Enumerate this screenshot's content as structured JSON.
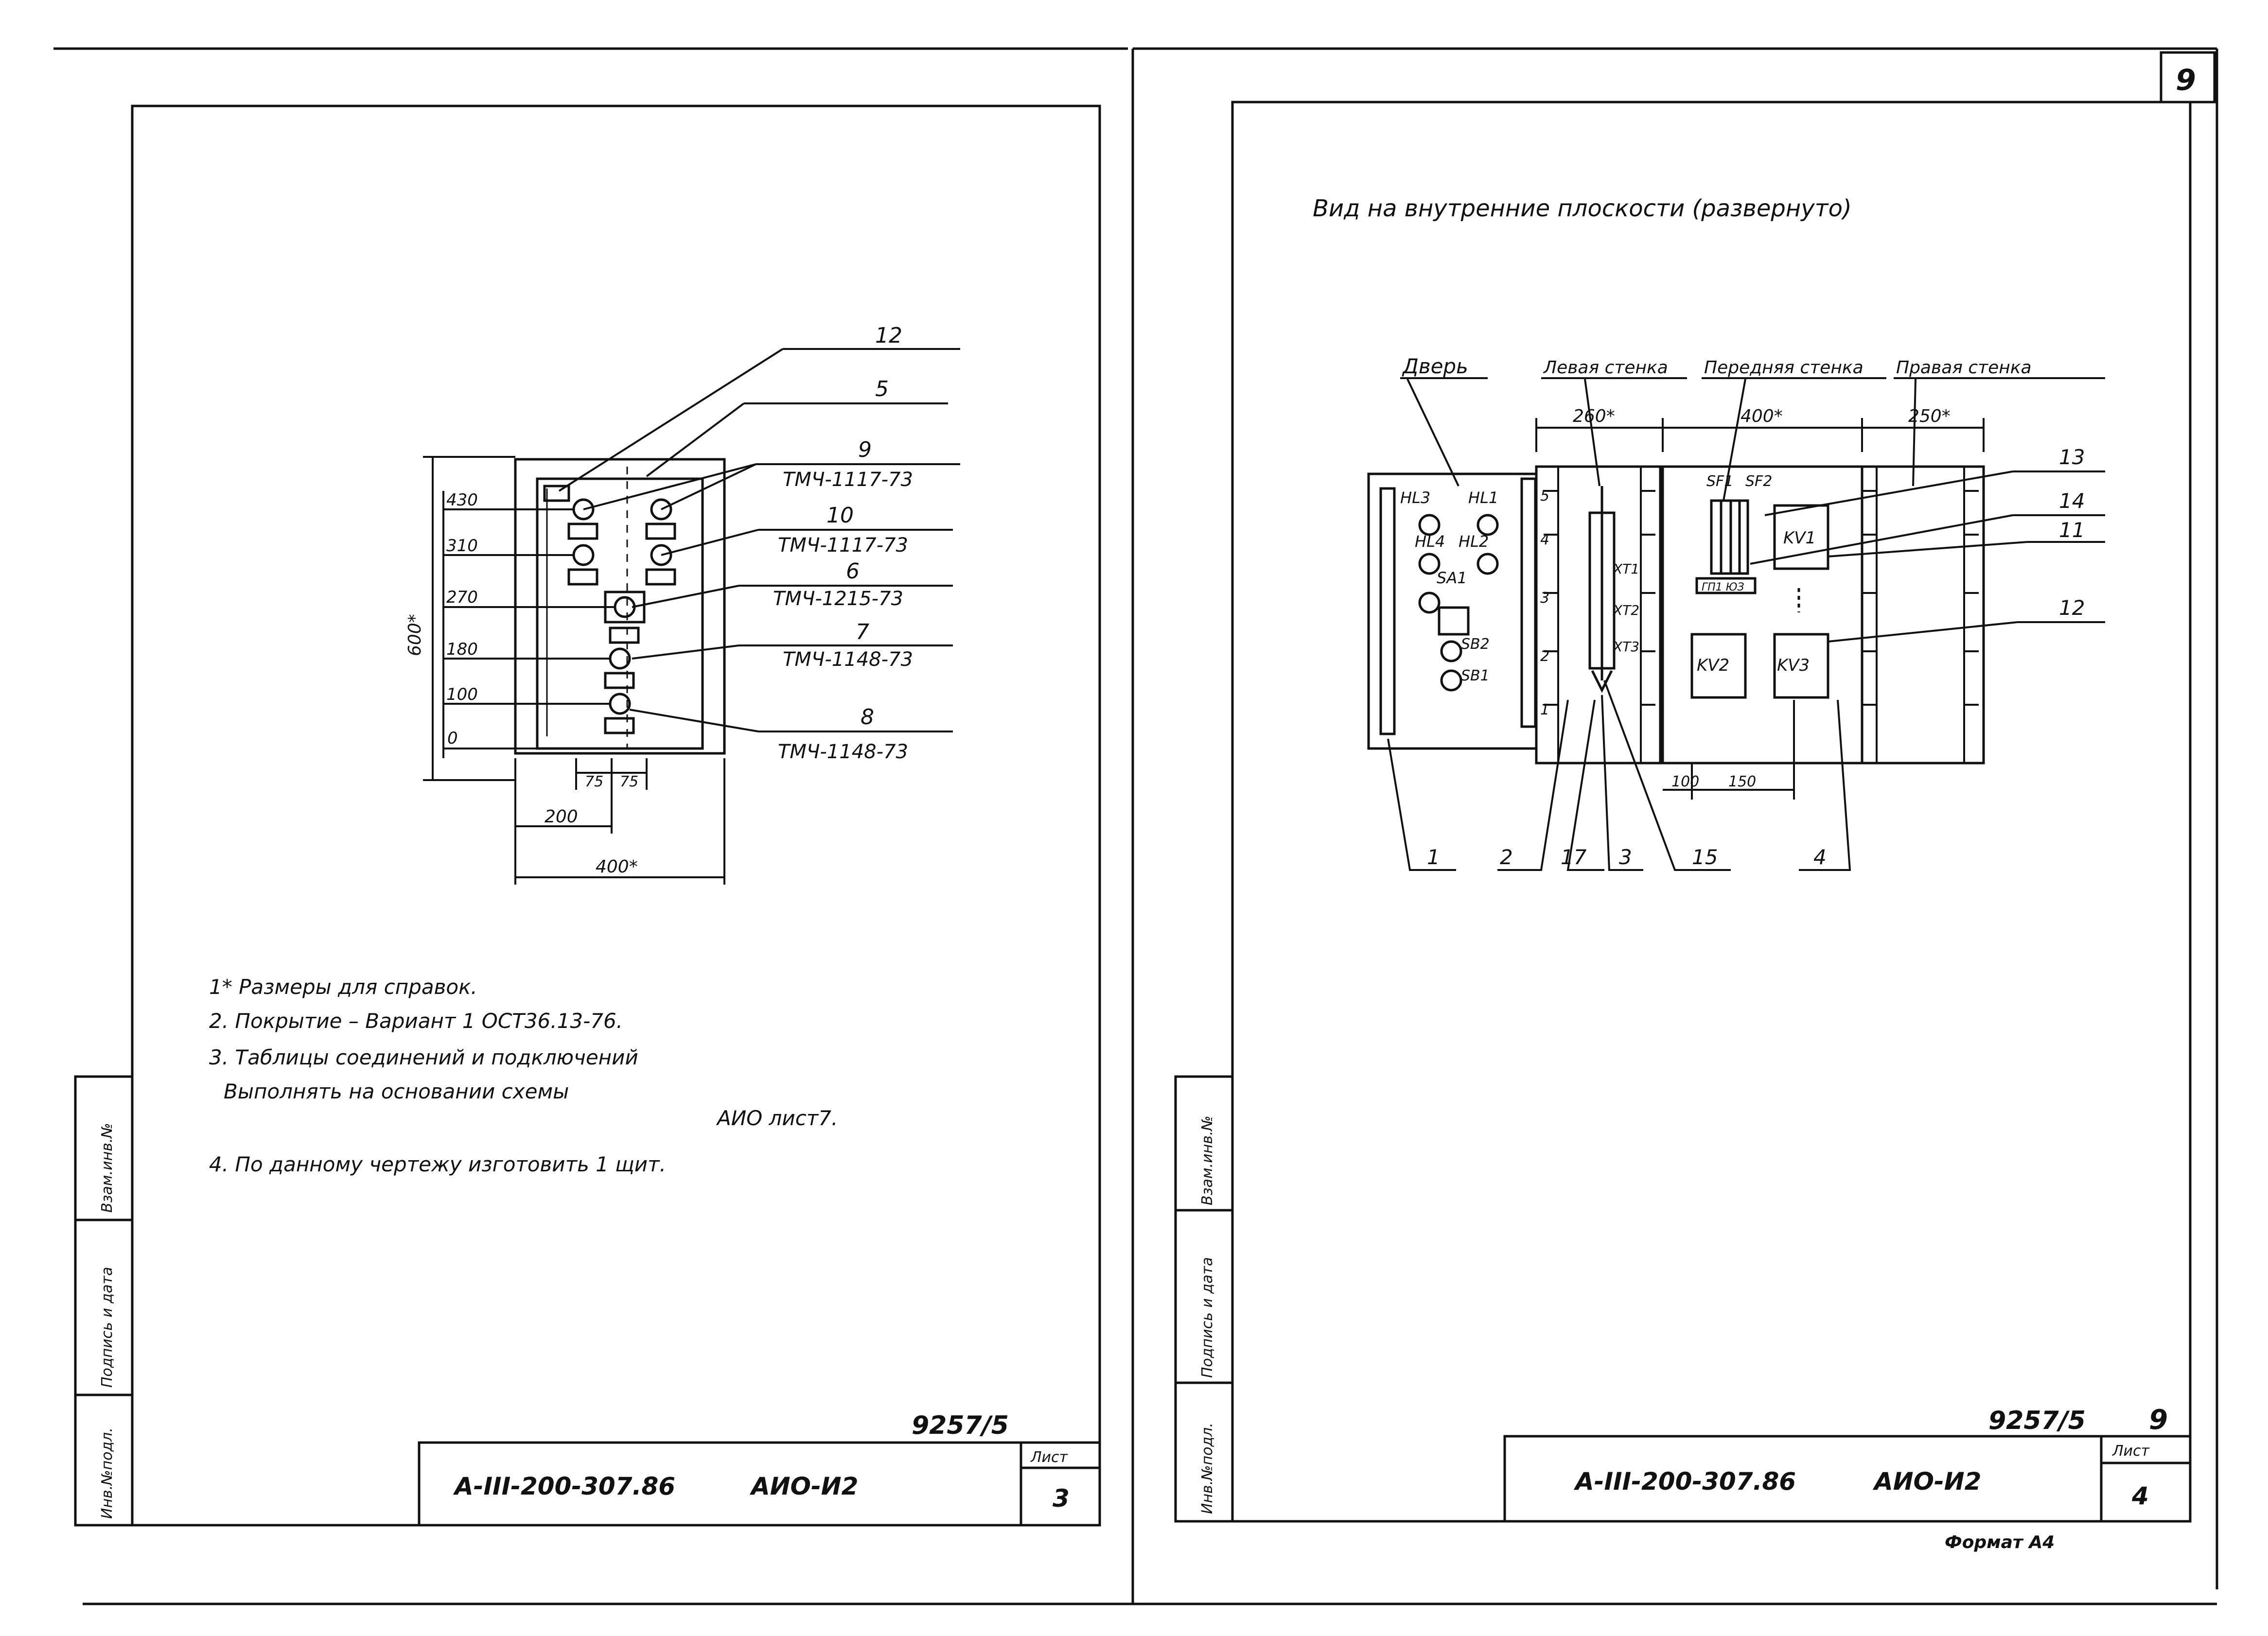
{
  "left_sheet": {
    "callouts": {
      "c12": "12",
      "c5": "5",
      "c9": "9",
      "c9_spec": "ТМЧ-1117-73",
      "c10": "10",
      "c10_spec": "ТМЧ-1117-73",
      "c6": "6",
      "c6_spec": "ТМЧ-1215-73",
      "c7": "7",
      "c7_spec": "ТМЧ-1148-73",
      "c8": "8",
      "c8_spec": "ТМЧ-1148-73"
    },
    "heights": [
      "430",
      "310",
      "270",
      "180",
      "100",
      "0"
    ],
    "dim_600": "600*",
    "dim_75a": "75",
    "dim_75b": "75",
    "dim_200": "200",
    "dim_400": "400*",
    "notes": [
      "1* Размеры для справок.",
      "2. Покрытие – Вариант 1 ОСТ36.13-76.",
      "3. Таблицы соединений и подключений",
      "Выполнять на основании схемы",
      "АИО лист7.",
      "4. По данному чертежу изготовить 1 щит."
    ],
    "sheet_number": "9257/5",
    "title_code": "А-III-200-307.86",
    "title_name": "АИО-И2",
    "list_label": "Лист",
    "list_value": "3",
    "side_labels": [
      "Инв.№подл.",
      "Подпись и дата",
      "Взам.инв.№"
    ]
  },
  "right_sheet": {
    "corner_page": "9",
    "title": "Вид на внутренние плоскости (развернуто)",
    "sections": [
      "Дверь",
      "Левая стенка",
      "Передняя стенка",
      "Правая стенка"
    ],
    "dims": {
      "d260": "260*",
      "d400": "400*",
      "d250": "250*",
      "d100": "100",
      "d150": "150"
    },
    "door_labels": [
      "HL3",
      "HL1",
      "HL4",
      "HL2",
      "SA1",
      "SB2",
      "SB1"
    ],
    "comp_labels": [
      "SF1",
      "SF2",
      "KV1",
      "KV2",
      "KV3",
      "XT1",
      "XT2",
      "XT3"
    ],
    "rail_label": "ГП1 ЮЗ",
    "ruler_marks": [
      "5",
      "4",
      "3",
      "2",
      "1"
    ],
    "right_callouts": [
      "13",
      "14",
      "11",
      "12"
    ],
    "bottom_callouts": [
      "1",
      "2",
      "17",
      "3",
      "15",
      "4"
    ],
    "sheet_number": "9257/5",
    "sheet_page": "9",
    "title_code": "А-III-200-307.86",
    "title_name": "АИО-И2",
    "list_label": "Лист",
    "list_value": "4",
    "format": "Формат А4",
    "side_labels": [
      "Инв.№подл.",
      "Подпись и дата",
      "Взам.инв.№"
    ]
  }
}
